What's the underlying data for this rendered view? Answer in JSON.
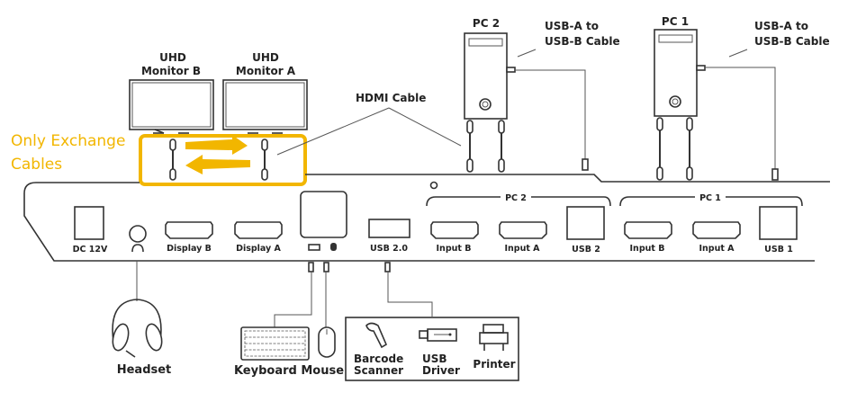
{
  "title": "KVM switch connection diagram",
  "accent_color": "#f2b600",
  "monitors": [
    {
      "line1": "UHD",
      "line2": "Monitor B"
    },
    {
      "line1": "UHD",
      "line2": "Monitor A"
    }
  ],
  "callouts": {
    "hdmi_cable": "HDMI Cable",
    "exchange_line1": "Only Exchange",
    "exchange_line2": "Cables"
  },
  "pcs": [
    {
      "name": "PC 2",
      "cable_line1": "USB-A to",
      "cable_line2": "USB-B Cable"
    },
    {
      "name": "PC 1",
      "cable_line1": "USB-A to",
      "cable_line2": "USB-B Cable"
    }
  ],
  "panel": {
    "ports": {
      "dc": "DC 12V",
      "display_b": "Display B",
      "display_a": "Display A",
      "usb20": "USB 2.0"
    },
    "groups": [
      {
        "name": "PC 2",
        "ports": [
          "Input B",
          "Input A",
          "USB 2"
        ]
      },
      {
        "name": "PC 1",
        "ports": [
          "Input B",
          "Input A",
          "USB 1"
        ]
      }
    ]
  },
  "devices": {
    "headset": "Headset",
    "keyboard_mouse": "Keyboard Mouse",
    "barcode_line1": "Barcode",
    "barcode_line2": "Scanner",
    "usb_line1": "USB",
    "usb_line2": "Driver",
    "printer": "Printer"
  }
}
